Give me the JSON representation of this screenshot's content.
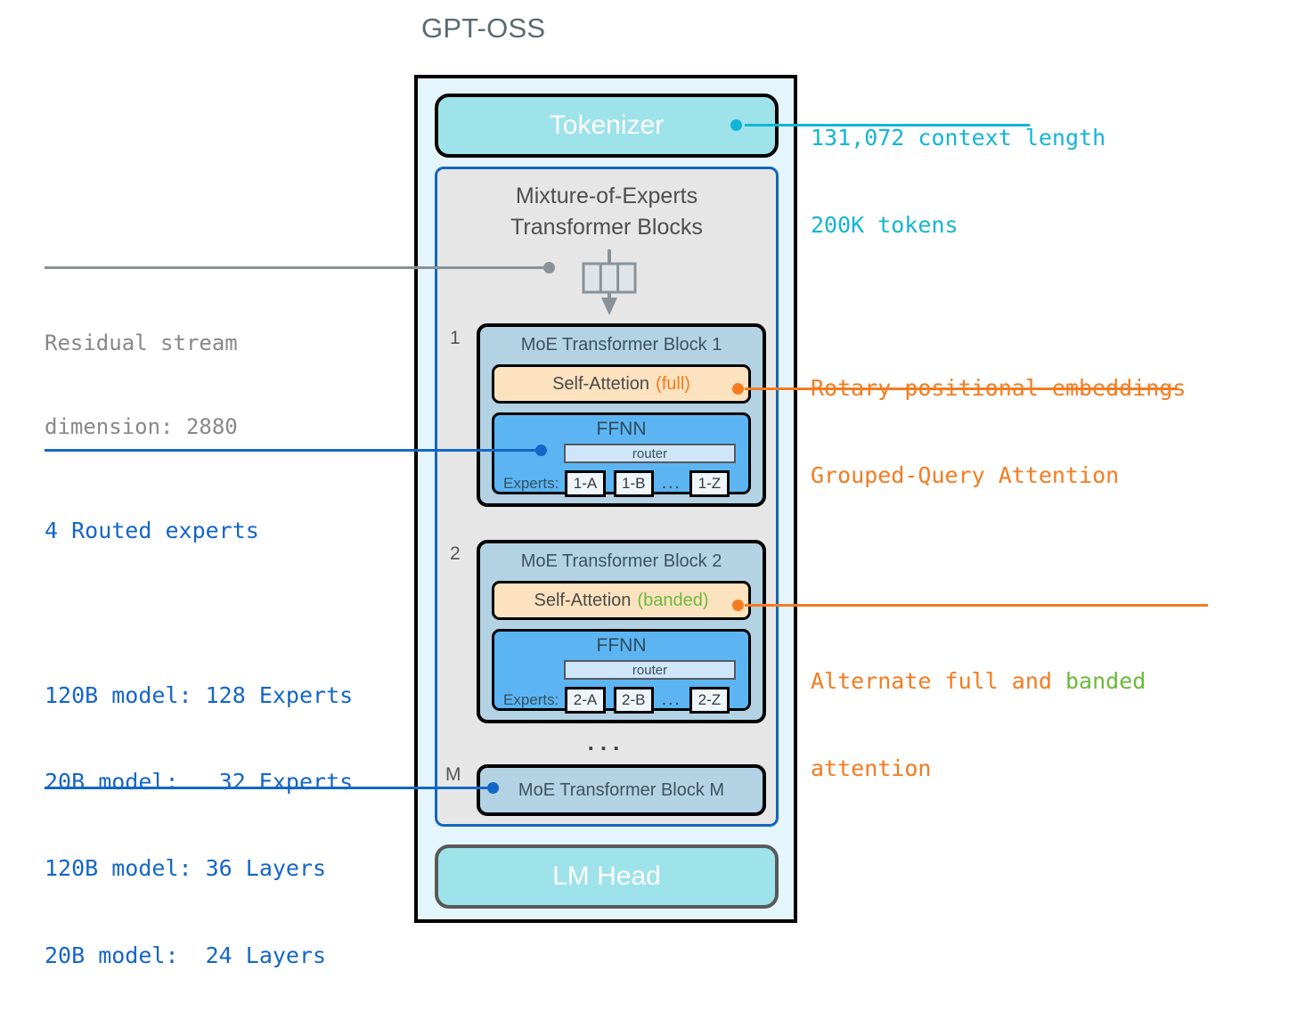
{
  "title": "GPT-OSS",
  "model": {
    "tokenizer_label": "Tokenizer",
    "lm_head_label": "LM Head",
    "moe_panel_title": "Mixture-of-Experts\nTransformer Blocks",
    "blocks_ellipsis": "...",
    "blocks": [
      {
        "index_label": "1",
        "title": "MoE Transformer Block 1",
        "attention_label": "Self-Attetion",
        "attention_mode": "(full)",
        "attention_mode_kind": "full",
        "ffnn_label": "FFNN",
        "router_label": "router",
        "experts_label": "Experts:",
        "experts": [
          "1-A",
          "1-B",
          "1-Z"
        ],
        "experts_ellipsis": "..."
      },
      {
        "index_label": "2",
        "title": "MoE Transformer Block 2",
        "attention_label": "Self-Attetion",
        "attention_mode": "(banded)",
        "attention_mode_kind": "banded",
        "ffnn_label": "FFNN",
        "router_label": "router",
        "experts_label": "Experts:",
        "experts": [
          "2-A",
          "2-B",
          "2-Z"
        ],
        "experts_ellipsis": "..."
      }
    ],
    "block_m": {
      "index_label": "M",
      "title": "MoE Transformer Block M"
    }
  },
  "annotations": {
    "context": {
      "line1": "131,072 context length",
      "line2": "200K tokens",
      "color": "#12b5d6"
    },
    "residual": {
      "line1": "Residual stream",
      "line2": "dimension: 2880",
      "color": "#888888"
    },
    "attention_features": {
      "line1": "Rotary positional embeddings",
      "line2": "Grouped-Query Attention",
      "color": "#f47b20"
    },
    "alternate_attention": {
      "part1": "Alternate full and ",
      "part2": "banded",
      "part3": "attention",
      "color": "#f47b20",
      "highlight_color": "#6cb93b"
    },
    "experts": {
      "line1": "4 Routed experts",
      "line2": "120B model: 128 Experts",
      "line3": "20B model:   32 Experts",
      "color": "#1466c8"
    },
    "layers": {
      "line1": "120B model: 36 Layers",
      "line2": "20B model:  24 Layers",
      "color": "#1466c8"
    }
  }
}
